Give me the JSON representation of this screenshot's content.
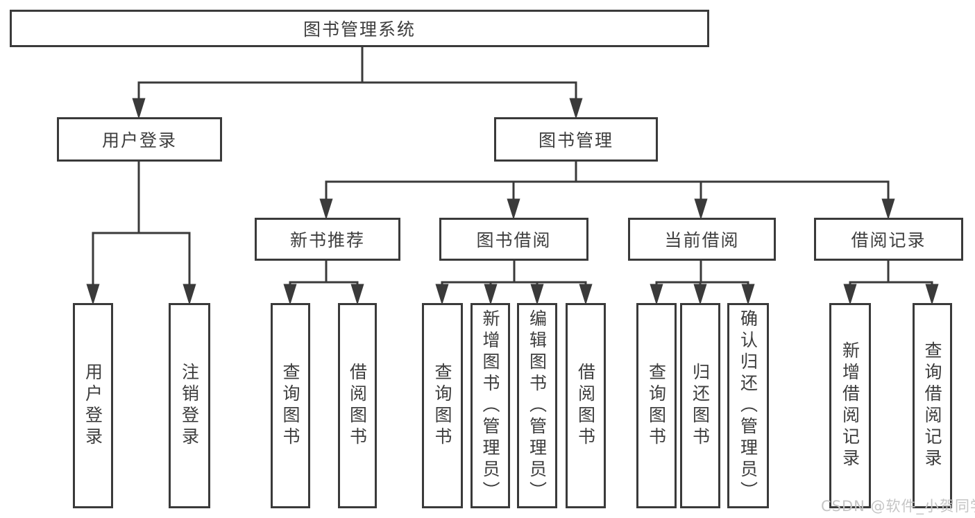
{
  "watermark": "CSDN @软件_小贺同学",
  "nodes": {
    "root": {
      "label": "图书管理系统"
    },
    "user_login": {
      "label": "用户登录"
    },
    "book_mgmt": {
      "label": "图书管理"
    },
    "new_book_rec": {
      "label": "新书推荐"
    },
    "book_borrow": {
      "label": "图书借阅"
    },
    "current_borrow": {
      "label": "当前借阅"
    },
    "borrow_records": {
      "label": "借阅记录"
    },
    "leaf_user_login": {
      "label": "用户登录"
    },
    "leaf_logout": {
      "label": "注销登录"
    },
    "leaf_query_books_rec": {
      "label": "查询图书"
    },
    "leaf_borrow_books_rec": {
      "label": "借阅图书"
    },
    "leaf_query_books_borrow": {
      "label": "查询图书"
    },
    "leaf_add_books_admin": {
      "label": "新增图书（管理员）"
    },
    "leaf_edit_books_admin": {
      "label": "编辑图书（管理员）"
    },
    "leaf_borrow_books_borrow": {
      "label": "借阅图书"
    },
    "leaf_query_books_current": {
      "label": "查询图书"
    },
    "leaf_return_books": {
      "label": "归还图书"
    },
    "leaf_confirm_return_admin": {
      "label": "确认归还（管理员）"
    },
    "leaf_add_borrow_record": {
      "label": "新增借阅记录"
    },
    "leaf_query_borrow_record": {
      "label": "查询借阅记录"
    }
  },
  "hierarchy": {
    "图书管理系统": [
      "用户登录",
      "图书管理"
    ],
    "用户登录": [
      "用户登录",
      "注销登录"
    ],
    "图书管理": [
      "新书推荐",
      "图书借阅",
      "当前借阅",
      "借阅记录"
    ],
    "新书推荐": [
      "查询图书",
      "借阅图书"
    ],
    "图书借阅": [
      "查询图书",
      "新增图书（管理员）",
      "编辑图书（管理员）",
      "借阅图书"
    ],
    "当前借阅": [
      "查询图书",
      "归还图书",
      "确认归还（管理员）"
    ],
    "借阅记录": [
      "新增借阅记录",
      "查询借阅记录"
    ]
  },
  "colors": {
    "line": "#3a3a3a",
    "text": "#3d3d3d",
    "watermark": "#c5c5c5",
    "background": "#ffffff"
  }
}
